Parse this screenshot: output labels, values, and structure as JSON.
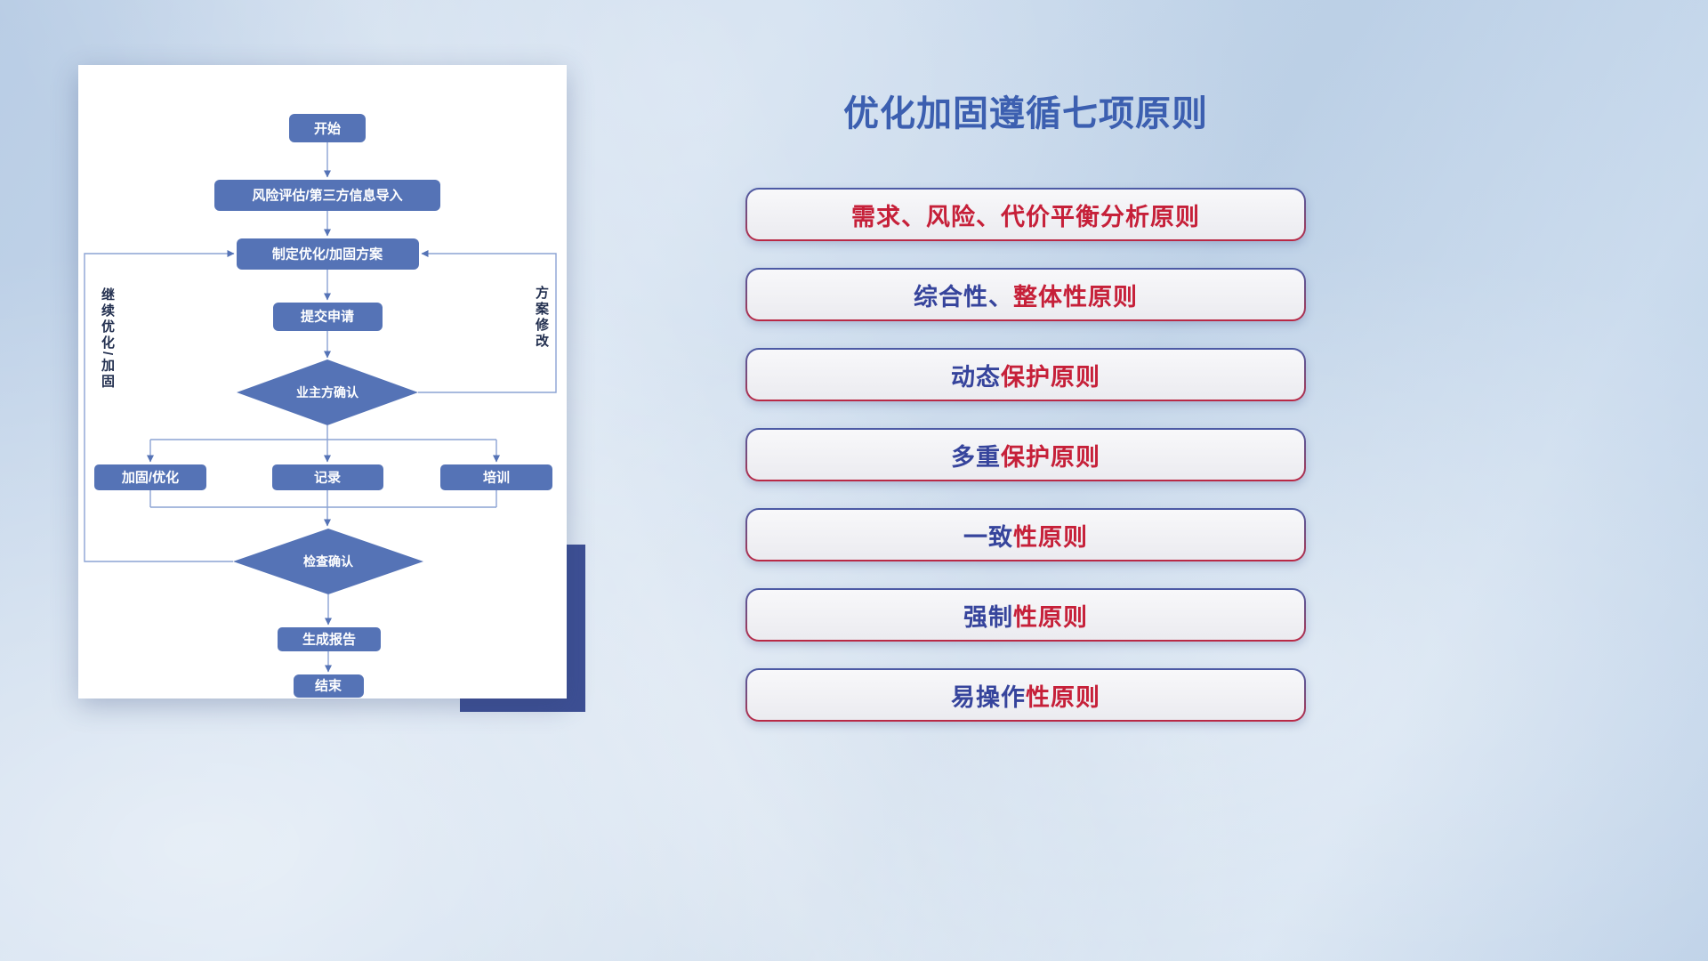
{
  "title": "优化加固遵循七项原则",
  "flowchart": {
    "nodes": {
      "start": "开始",
      "risk_import": "风险评估/第三方信息导入",
      "make_plan": "制定优化/加固方案",
      "submit": "提交申请",
      "owner_confirm": "业主方确认",
      "reinforce": "加固/优化",
      "record": "记录",
      "training": "培训",
      "check_confirm": "检查确认",
      "report": "生成报告",
      "end": "结束"
    },
    "loop_labels": {
      "left": "继续优化/加固",
      "right": "方案修改"
    }
  },
  "principles": [
    {
      "blue": "",
      "red": "需求、风险、代价平衡分析原则"
    },
    {
      "blue": "综合性、",
      "red": "整体性原则"
    },
    {
      "blue": "动态",
      "red": "保护原则"
    },
    {
      "blue": "多重",
      "red": "保护原则"
    },
    {
      "blue": "一致",
      "red": "性原则"
    },
    {
      "blue": "强制",
      "red": "性原则"
    },
    {
      "blue": "易操作",
      "red": "性原则"
    }
  ],
  "colors": {
    "title_blue": "#3c5fb0",
    "principle_red": "#c62039",
    "principle_blue": "#36449c",
    "node_fill": "#5573b6",
    "connector": "#8ba3d4",
    "accent_block": "#3d4f94"
  }
}
